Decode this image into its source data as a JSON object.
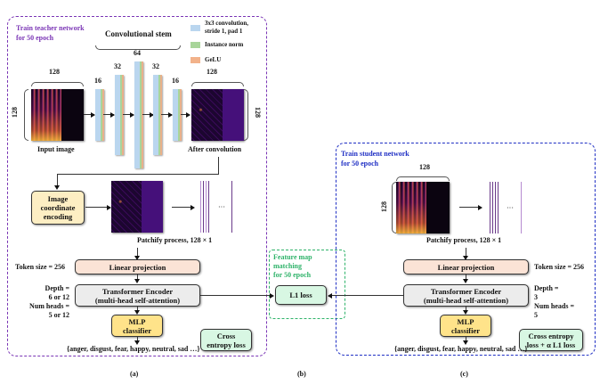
{
  "teacher": {
    "title_line1": "Train teacher network",
    "title_line2": "for 50 epoch",
    "color": "#7a35b5",
    "stem_title": "Convolutional stem",
    "legend": [
      {
        "label_line1": "3x3 convolution,",
        "label_line2": "stride 1, pad 1",
        "color": "#bad6ef"
      },
      {
        "label_line1": "Instance norm",
        "label_line2": "",
        "color": "#a8d59a"
      },
      {
        "label_line1": "GeLU",
        "label_line2": "",
        "color": "#f2b28a"
      }
    ],
    "input_width_label": "128",
    "input_height_label": "128",
    "input_caption": "Input image",
    "stem_channels": [
      "16",
      "32",
      "64",
      "32",
      "16"
    ],
    "output_width_label": "128",
    "output_height_label": "128",
    "output_caption": "After convolution",
    "coord_encoding": "Image coordinate encoding",
    "patchify_label": "Patchify process, 128 × 1",
    "ellipsis": "···",
    "token_size": "Token size = 256",
    "linear_projection": "Linear projection",
    "transformer_line1": "Transformer Encoder",
    "transformer_line2": "(multi-head self-attention)",
    "depth_line1": "Depth =",
    "depth_line2": "6 or 12",
    "heads_line1": "Num heads =",
    "heads_line2": "5 or 12",
    "mlp_line1": "MLP",
    "mlp_line2": "classifier",
    "loss_line1": "Cross",
    "loss_line2": "entropy loss",
    "classes": "{anger, disgust, fear, happy, neutral, sad …}",
    "panel_label": "(a)"
  },
  "matching": {
    "title_line1": "Feature map",
    "title_line2": "matching",
    "title_line3": "for 50 epoch",
    "color": "#2fb36a",
    "l1_loss": "L1 loss",
    "panel_label": "(b)"
  },
  "student": {
    "title_line1": "Train student network",
    "title_line2": "for 50 epoch",
    "color": "#1f2fc4",
    "input_width_label": "128",
    "input_height_label": "128",
    "patchify_label": "Patchify process, 128 × 1",
    "ellipsis": "···",
    "token_size": "Token size = 256",
    "linear_projection": "Linear projection",
    "transformer_line1": "Transformer Encoder",
    "transformer_line2": "(multi-head self-attention)",
    "depth_line1": "Depth =",
    "depth_line2": "3",
    "heads_line1": "Num heads =",
    "heads_line2": "5",
    "mlp_line1": "MLP",
    "mlp_line2": "classifier",
    "loss_line1": "Cross entropy",
    "loss_line2": "loss + α L1 loss",
    "classes": "{anger, disgust, fear, happy, neutral, sad …}",
    "panel_label": "(c)"
  }
}
